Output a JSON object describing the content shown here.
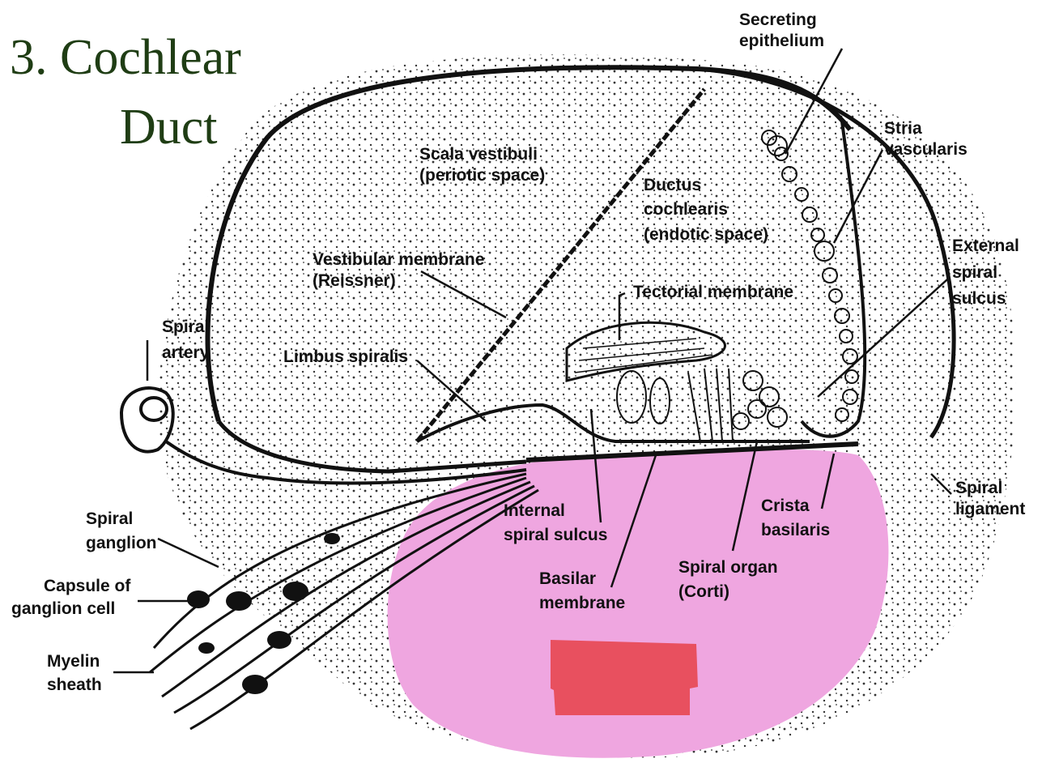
{
  "title": {
    "line1": "3.  Cochlear",
    "line2": "Duct"
  },
  "labels": {
    "secreting_epithelium": [
      "Secreting",
      "epithelium"
    ],
    "stria_vascularis": [
      "Stria",
      "vascularis"
    ],
    "scala_vestibuli": [
      "Scala vestibuli",
      "(periotic space)"
    ],
    "ductus_cochlearis": [
      "Ductus",
      "cochlearis",
      "(endotic space)"
    ],
    "external_spiral_sulcus": [
      "External",
      "spiral",
      "sulcus"
    ],
    "vestibular_membrane": [
      "Vestibular membrane",
      "(Reissner)"
    ],
    "tectorial_membrane": [
      "Tectorial membrane"
    ],
    "spiral_artery": [
      "Spiral",
      "artery"
    ],
    "limbus_spiralis": [
      "Limbus spiralis"
    ],
    "spiral_ligament": [
      "Spiral",
      "ligament"
    ],
    "internal_spiral_sulcus": [
      "Internal",
      "spiral sulcus"
    ],
    "crista_basilaris": [
      "Crista",
      "basilaris"
    ],
    "spiral_ganglion": [
      "Spiral",
      "ganglion"
    ],
    "capsule_of_ganglion_cell": [
      "Capsule of",
      "ganglion cell"
    ],
    "basilar_membrane": [
      "Basilar",
      "membrane"
    ],
    "spiral_organ": [
      "Spiral organ",
      "(Corti)"
    ],
    "myelin_sheath": [
      "Myelin",
      "sheath"
    ]
  },
  "colors": {
    "title": "#1f3d14",
    "overlay_pink": "#efa6e0",
    "overlay_red": "#e8505f",
    "ink": "#111111"
  }
}
